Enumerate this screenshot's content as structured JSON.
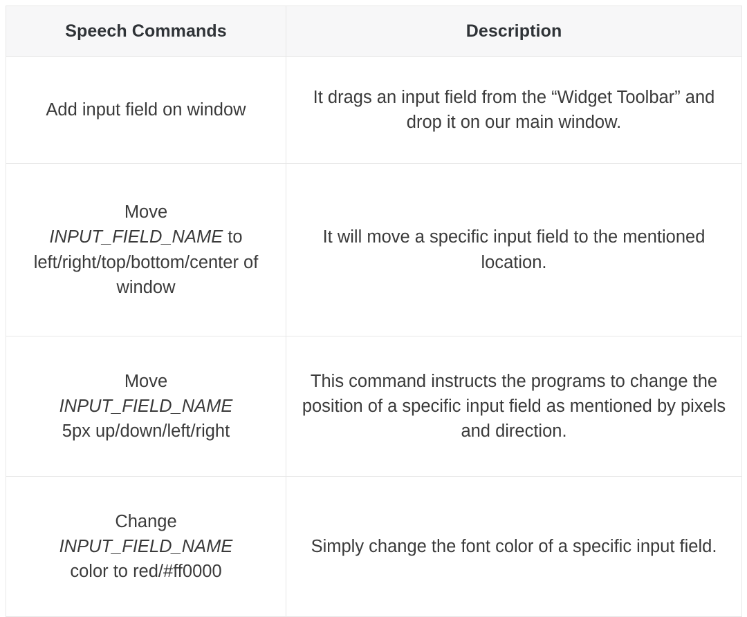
{
  "table": {
    "headers": [
      {
        "label": "Speech Commands",
        "key": "command"
      },
      {
        "label": "Description",
        "key": "description"
      }
    ],
    "rows": [
      {
        "command_plain": "Add input field on window",
        "command_lines": [
          {
            "text": "Add input field on window",
            "italic": false
          }
        ],
        "description": "It drags an input field from the “Widget Toolbar” and drop it on our main window."
      },
      {
        "command_plain": "Move INPUT_FIELD_NAME to left/right/top/bottom/center of window",
        "command_lines": [
          {
            "text": "Move",
            "italic": false
          },
          {
            "text": "INPUT_FIELD_NAME",
            "italic": true,
            "suffix": " to"
          },
          {
            "text": "left/right/top/bottom/center of window",
            "italic": false
          }
        ],
        "description": "It will move a specific input field to the mentioned location."
      },
      {
        "command_plain": "Move INPUT_FIELD_NAME 5px up/down/left/right",
        "command_lines": [
          {
            "text": "Move",
            "italic": false
          },
          {
            "text": "INPUT_FIELD_NAME",
            "italic": true
          },
          {
            "text": "5px up/down/left/right",
            "italic": false
          }
        ],
        "description": "This command instructs the programs to change the position of a specific input field as mentioned by pixels and direction."
      },
      {
        "command_plain": "Change INPUT_FIELD_NAME color to red/#ff0000",
        "command_lines": [
          {
            "text": "Change",
            "italic": false
          },
          {
            "text": "INPUT_FIELD_NAME",
            "italic": true
          },
          {
            "text": "color to red/#ff0000",
            "italic": false
          }
        ],
        "description": "Simply change the font color of a specific input field."
      }
    ]
  },
  "colors": {
    "header_background": "#f7f7f8",
    "border": "#e7e7e7",
    "text": "#3a3a3a",
    "header_text": "#2f3337",
    "page_background": "#ffffff"
  }
}
